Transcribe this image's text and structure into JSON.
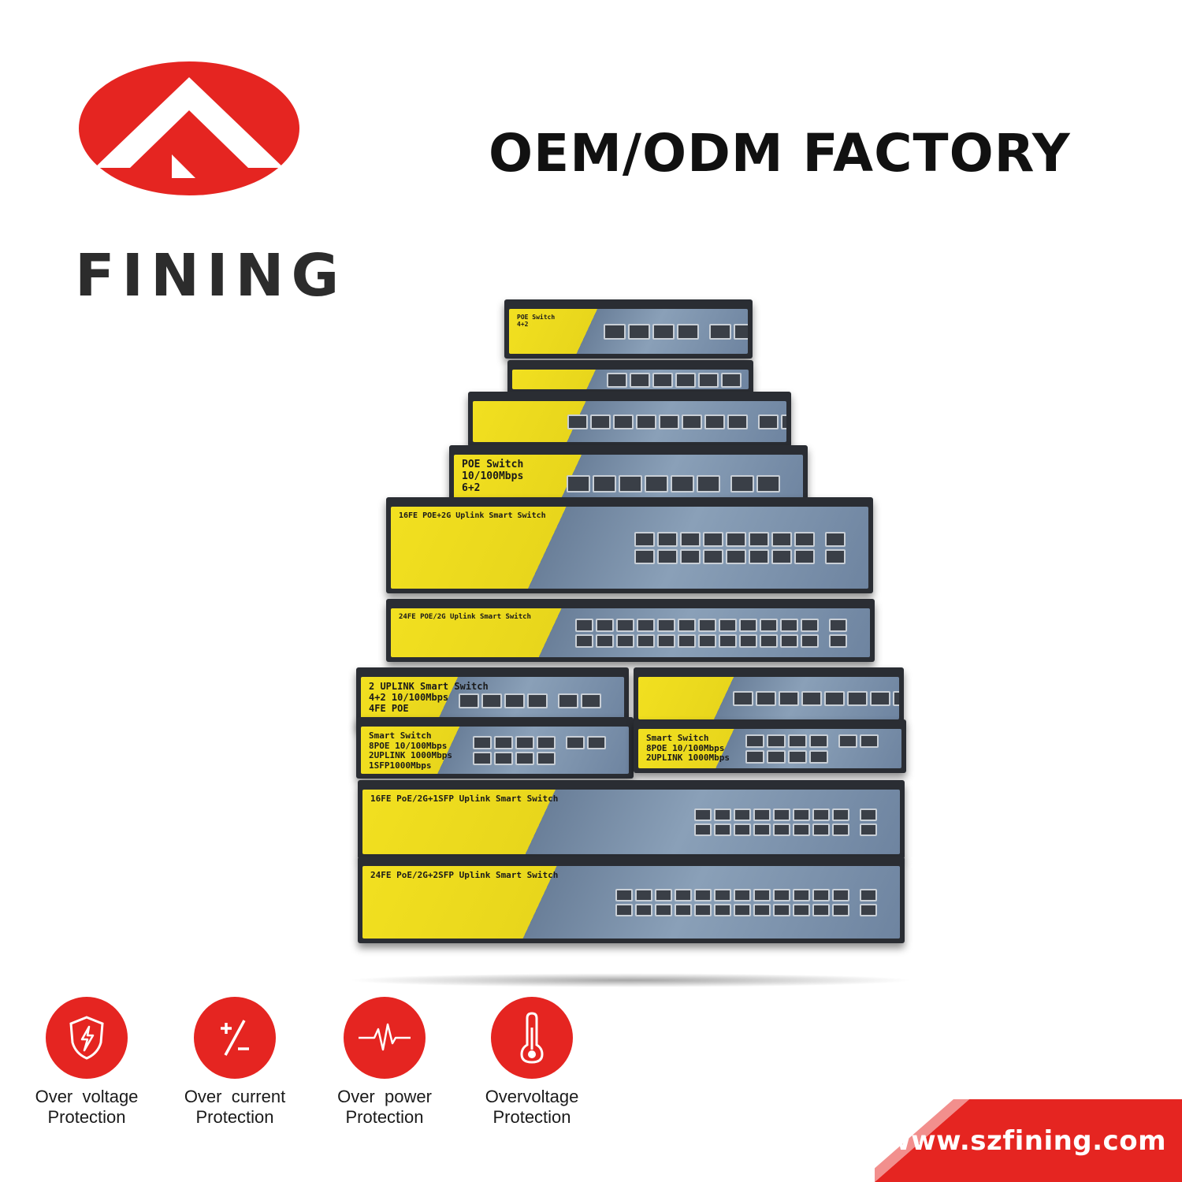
{
  "brand": {
    "name": "FINING",
    "logo_color": "#e52521",
    "headline": "OEM/ODM FACTORY"
  },
  "switches": [
    {
      "label": "POE Switch\n4+2",
      "poe": 4,
      "uplink": 2
    },
    {
      "label": "",
      "poe": 6,
      "uplink": 2
    },
    {
      "label": "",
      "poe": 8,
      "uplink": 2
    },
    {
      "label": "POE Switch\n10/100Mbps\n6+2",
      "poe": 6,
      "uplink": 2
    },
    {
      "label": "16FE POE+2G Uplink Smart Switch",
      "poe": 16,
      "uplink": 1
    },
    {
      "label": "24FE POE/2G Uplink Smart Switch",
      "poe": 24,
      "uplink": 1
    },
    {
      "label": "2 UPLINK Smart Switch\n4+2 10/100Mbps\n4FE POE",
      "poe": 4,
      "uplink": 2
    },
    {
      "label": "",
      "poe": 8,
      "uplink": 2
    },
    {
      "label": "Smart Switch\n8POE 10/100Mbps\n2UPLINK 1000Mbps\n1SFP1000Mbps",
      "poe": 8,
      "uplink": 2
    },
    {
      "label": "Smart Switch\n8POE 10/100Mbps\n2UPLINK 1000Mbps",
      "poe": 8,
      "uplink": 2
    },
    {
      "label": "16FE PoE/2G+1SFP Uplink Smart Switch",
      "poe": 16,
      "uplink": 1
    },
    {
      "label": "24FE PoE/2G+2SFP Uplink Smart Switch",
      "poe": 24,
      "uplink": 1
    }
  ],
  "features": [
    {
      "icon": "shield-lightning-icon",
      "line1": "Over  voltage",
      "line2": "Protection"
    },
    {
      "icon": "plus-minus-icon",
      "line1": "Over  current",
      "line2": "Protection"
    },
    {
      "icon": "pulse-wave-icon",
      "line1": "Over  power",
      "line2": "Protection"
    },
    {
      "icon": "thermometer-icon",
      "line1": "Overvoltage",
      "line2": "Protection"
    }
  ],
  "footer": {
    "url": "www.szfining.com",
    "band_color": "#e52521"
  }
}
